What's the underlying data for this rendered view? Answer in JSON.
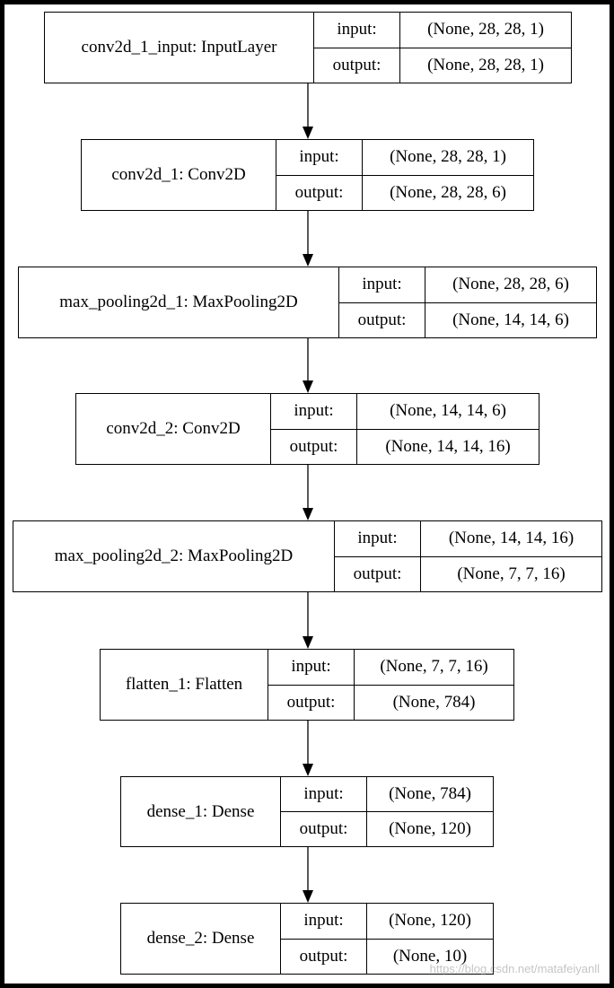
{
  "diagram": {
    "input_label": "input:",
    "output_label": "output:",
    "nodes": [
      {
        "name": "conv2d_1_input: InputLayer",
        "input": "(None, 28, 28, 1)",
        "output": "(None, 28, 28, 1)"
      },
      {
        "name": "conv2d_1: Conv2D",
        "input": "(None, 28, 28, 1)",
        "output": "(None, 28, 28, 6)"
      },
      {
        "name": "max_pooling2d_1: MaxPooling2D",
        "input": "(None, 28, 28, 6)",
        "output": "(None, 14, 14, 6)"
      },
      {
        "name": "conv2d_2: Conv2D",
        "input": "(None, 14, 14, 6)",
        "output": "(None, 14, 14, 16)"
      },
      {
        "name": "max_pooling2d_2: MaxPooling2D",
        "input": "(None, 14, 14, 16)",
        "output": "(None, 7, 7, 16)"
      },
      {
        "name": "flatten_1: Flatten",
        "input": "(None, 7, 7, 16)",
        "output": "(None, 784)"
      },
      {
        "name": "dense_1: Dense",
        "input": "(None, 784)",
        "output": "(None, 120)"
      },
      {
        "name": "dense_2: Dense",
        "input": "(None, 120)",
        "output": "(None, 10)"
      }
    ],
    "watermark": "https://blog.csdn.net/matafeiyanll"
  }
}
